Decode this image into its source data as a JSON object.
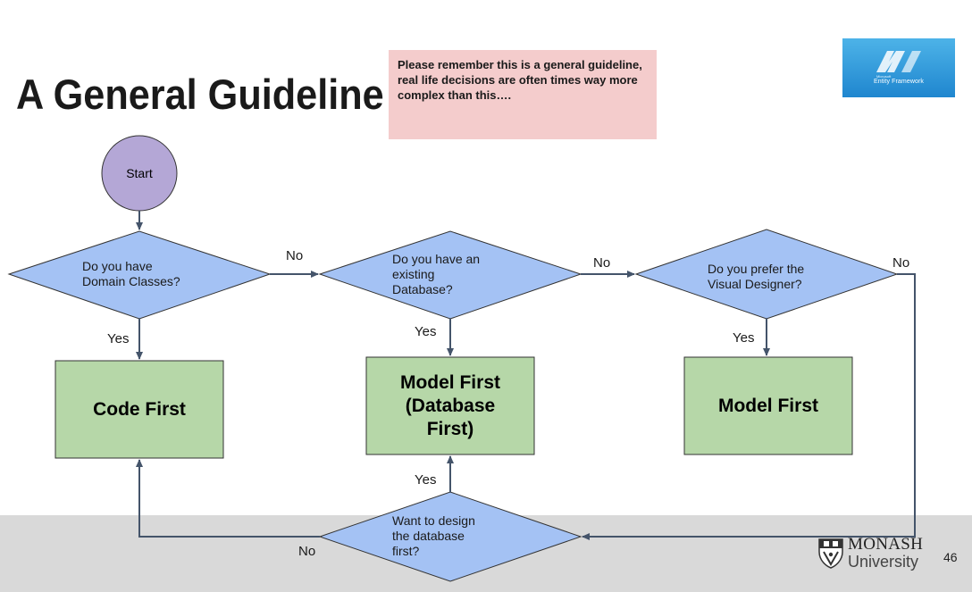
{
  "title": "A General Guideline",
  "note": "Please remember this is a general guideline, real life decisions are often times way more complex than this….",
  "logo": {
    "text": "Entity Framework",
    "small": "Microsoft"
  },
  "start": {
    "label": "Start"
  },
  "decisions": {
    "domain_classes": "Do you have\nDomain Classes?",
    "existing_db": "Do you have an\nexisting\nDatabase?",
    "visual_designer": "Do you prefer the\nVisual Designer?",
    "design_db_first": "Want to design\nthe database\nfirst?"
  },
  "outcomes": {
    "code_first": "Code First",
    "model_first_db": "Model First\n(Database\nFirst)",
    "model_first": "Model First"
  },
  "edges": {
    "no_1": "No",
    "no_2": "No",
    "no_3": "No",
    "no_4": "No",
    "yes_1": "Yes",
    "yes_2": "Yes",
    "yes_3": "Yes",
    "yes_4": "Yes"
  },
  "footer": {
    "university_name": "MONASH",
    "university_sub": "University",
    "page_number": "46"
  },
  "colors": {
    "decision_fill": "#a4c2f4",
    "outcome_fill": "#b6d7a8",
    "start_fill": "#b4a7d6",
    "note_fill": "#f4cccc",
    "connector": "#44546a"
  }
}
